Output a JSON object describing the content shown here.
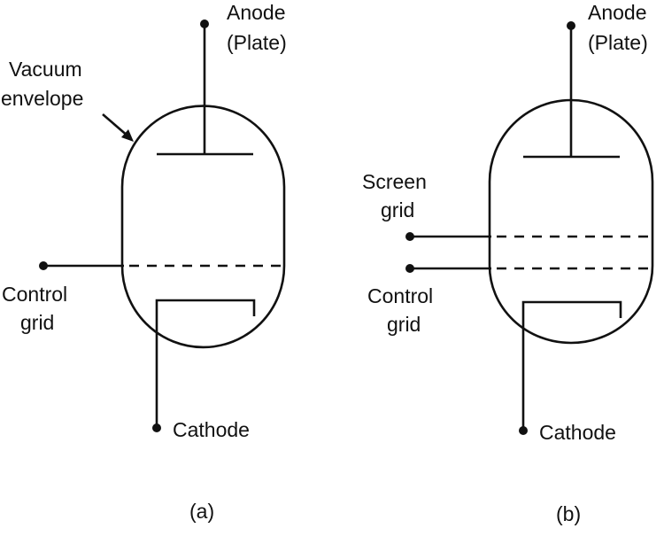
{
  "figure": {
    "panels": [
      {
        "id": "a",
        "caption": "(a)",
        "labels": {
          "anode_line1": "Anode",
          "anode_line2": "(Plate)",
          "envelope_line1": "Vacuum",
          "envelope_line2": "envelope",
          "control_line1": "Control",
          "control_line2": "grid",
          "cathode": "Cathode"
        }
      },
      {
        "id": "b",
        "caption": "(b)",
        "labels": {
          "anode_line1": "Anode",
          "anode_line2": "(Plate)",
          "screen_line1": "Screen",
          "screen_line2": "grid",
          "control_line1": "Control",
          "control_line2": "grid",
          "cathode": "Cathode"
        }
      }
    ],
    "colors": {
      "stroke": "#111111",
      "background": "#ffffff"
    }
  }
}
